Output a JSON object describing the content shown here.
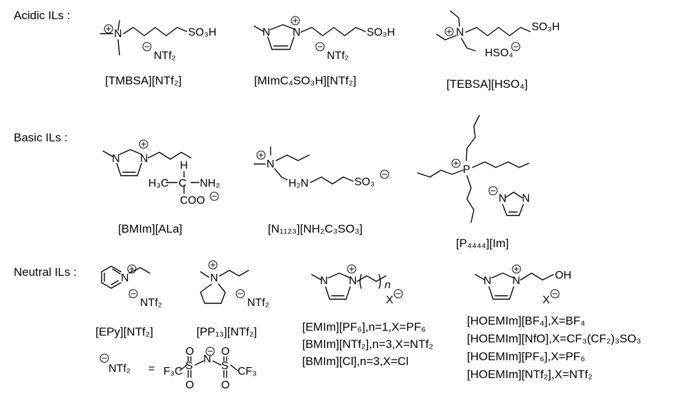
{
  "categories": {
    "acidic": "Acidic ILs :",
    "basic": "Basic ILs :",
    "neutral": "Neutral ILs :"
  },
  "names": {
    "tmbsa": "[TMBSA][NTf₂]",
    "mimc4": "[MImC₄SO₃H][NTf₂]",
    "tebsa": "[TEBSA][HSO₄]",
    "bmim_ala": "[BMIm][ALa]",
    "n1123": "[N₁₁₂₃][NH₂C₃SO₃]",
    "p4444": "[P₄₄₄₄][Im]",
    "epy": "[EPy][NTf₂]",
    "pp13": "[PP₁₃][NTf₂]"
  },
  "imidazolium_series": [
    "[EMIm][PF₆],n=1,X=PF₆",
    "[BMIm][NTf₂],n=3,X=NTf₂",
    "[BMIm][Cl],n=3,X=Cl"
  ],
  "hoemim_series": [
    "[HOEMIm][BF₄],X=BF₄",
    "[HOEMIm][NfO],X=CF₃(CF₂)₃SO₃",
    "[HOEMIm][PF₆],X=PF₆",
    "[HOEMIm][NTf₂],X=NTf₂"
  ],
  "structure_text": {
    "so3h": "SO₃H",
    "ntf2": "NTf₂",
    "hso4": "HSO₄",
    "n": "N",
    "p": "P",
    "h": "H",
    "h3c": "H₃C",
    "nh2": "NH₂",
    "h2n": "H₂N",
    "coo": "COO",
    "so3": "SO₃",
    "oh": "OH",
    "x": "X",
    "n_sub": "n",
    "ntf2_def_left": "NTf₂",
    "equals": "=",
    "f3c": "F₃C",
    "cf3": "CF₃",
    "s": "S",
    "o": "O"
  }
}
